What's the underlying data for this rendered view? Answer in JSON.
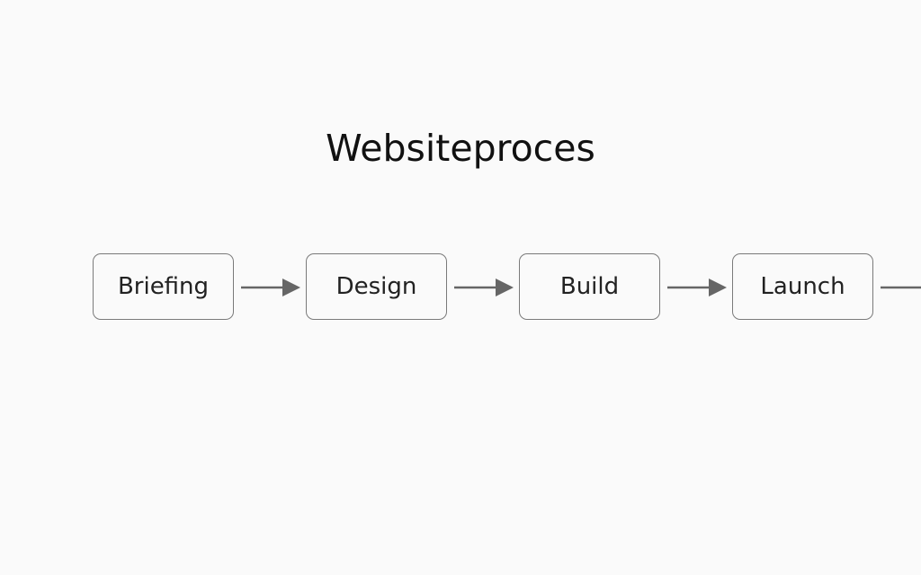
{
  "title": "Websiteproces",
  "steps": [
    {
      "label": "Briefing"
    },
    {
      "label": "Design"
    },
    {
      "label": "Build"
    },
    {
      "label": "Launch"
    }
  ],
  "colors": {
    "background": "#fafafa",
    "box_border": "#7a7a7a",
    "connector": "#666666",
    "text": "#222222"
  }
}
